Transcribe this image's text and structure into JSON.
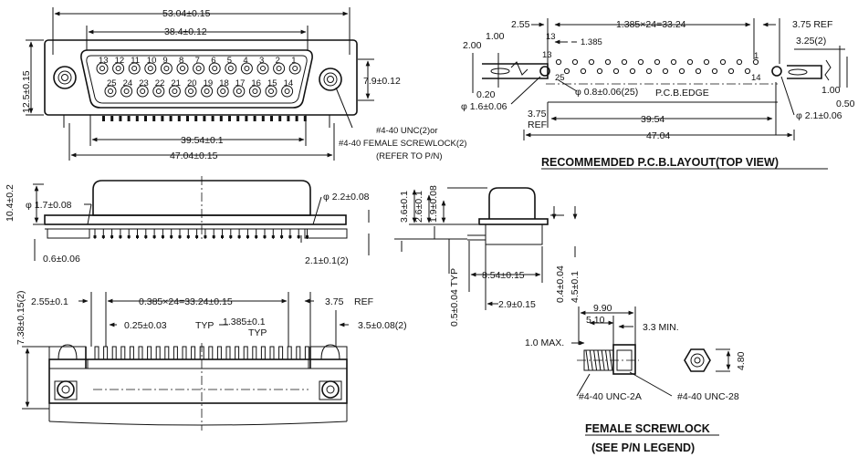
{
  "front_view": {
    "dim_overall_width": "53.04±0.15",
    "dim_shell_width": "38.4±0.12",
    "dim_height": "12.5±0.15",
    "dim_shell_height": "7.9±0.12",
    "dim_mount_spacing": "39.54±0.1",
    "dim_flange_width": "47.04±0.15",
    "pin_numbers_top": [
      "13",
      "12",
      "11",
      "10",
      "9",
      "8",
      "7",
      "6",
      "5",
      "4",
      "3",
      "2",
      "1"
    ],
    "pin_numbers_bottom": [
      "25",
      "24",
      "23",
      "22",
      "21",
      "20",
      "19",
      "18",
      "17",
      "16",
      "15",
      "14"
    ],
    "note_screw_1": "#4-40 UNC(2)or",
    "note_screw_2": "#4-40 FEMALE SCREWLOCK(2)",
    "note_screw_3": "(REFER TO P/N)"
  },
  "pcb_layout": {
    "dim_edge_offset": "2.55",
    "dim_pitch_total": "1.385×24=33.24",
    "dim_ref_right": "3.75 REF",
    "dim_1_00_top": "1.00",
    "dim_2_00": "2.00",
    "dim_13": "13",
    "dim_1_385": "1.385",
    "dim_3_25": "3.25(2)",
    "dim_0_20": "0.20",
    "dim_hole_small": "φ 1.6±0.06",
    "dim_hole_pins": "φ 0.8±0.06(25)",
    "label_25": "25",
    "label_1": "1",
    "label_14": "14",
    "pcb_edge": "P.C.B.EDGE",
    "dim_1_00_right": "1.00",
    "dim_0_50": "0.50",
    "dim_3_75": "3.75",
    "dim_ref": "REF",
    "dim_39_54": "39.54",
    "dim_hole_mount": "φ 2.1±0.06",
    "dim_47_04": "47.04",
    "title": "RECOMMEMDED P.C.B.LAYOUT(TOP VIEW)"
  },
  "top_view": {
    "dim_total_height": "10.4±0.2",
    "dim_pin_dia": "φ 1.7±0.08",
    "dim_mount_dia": "φ 2.2±0.08",
    "dim_pin_length": "0.6±0.06",
    "dim_tab": "2.1±0.1(2)"
  },
  "side_view": {
    "dim_3_6": "3.6±0.1",
    "dim_2_6": "2.6±0.1",
    "dim_1_9": "1.9±0.08",
    "dim_8_54": "8.54±0.15",
    "dim_0_5": "0.5±0.04 TYP",
    "dim_2_9": "2.9±0.15",
    "dim_0_4": "0.4±0.04",
    "dim_4_5": "4.5±0.1"
  },
  "bottom_view": {
    "dim_height": "7.38±0.15(2)",
    "dim_2_55": "2.55±0.1",
    "dim_pitch": "0.385×24=33.24±0.15",
    "dim_3_75": "3.75",
    "dim_ref": "REF",
    "dim_0_25": "0.25±0.03",
    "dim_typ1": "TYP",
    "dim_1_385": "1.385±0.1",
    "dim_typ2": "TYP",
    "dim_3_5": "3.5±0.08(2)"
  },
  "screwlock": {
    "dim_9_90": "9.90",
    "dim_5_10": "5.10",
    "dim_3_3": "3.3 MIN.",
    "dim_1_0": "1.0 MAX.",
    "dim_4_80": "4.80",
    "label_2a": "#4-40 UNC-2A",
    "label_28": "#4-40 UNC-28",
    "title": "FEMALE SCREWLOCK",
    "subtitle": "(SEE P/N LEGEND)"
  }
}
